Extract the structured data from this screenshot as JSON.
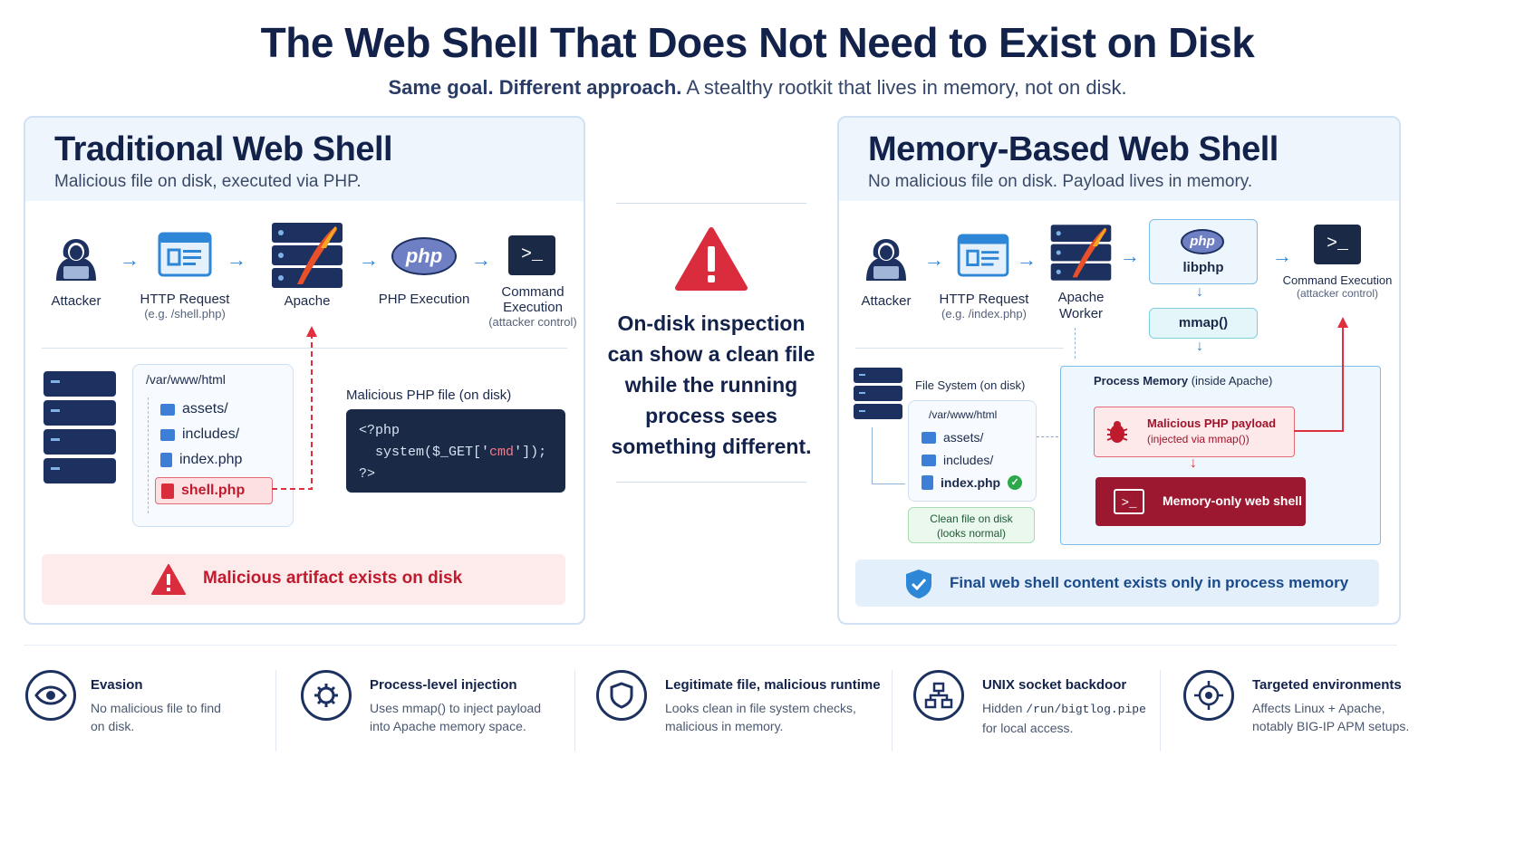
{
  "header": {
    "title": "The Web Shell That Does Not Need to Exist on Disk",
    "subtitle_lead": "Same goal. Different approach.",
    "subtitle_rest": "A stealthy rootkit that lives in memory, not on disk."
  },
  "left": {
    "title": "Traditional Web Shell",
    "subtitle": "Malicious file on disk, executed via PHP.",
    "flow": {
      "attacker": "Attacker",
      "http": "HTTP Request",
      "http_sub": "(e.g. /shell.php)",
      "apache": "Apache",
      "php": "PHP Execution",
      "php_logo": "php",
      "cmd": "Command Execution",
      "cmd_sub": "(attacker control)"
    },
    "tree": {
      "root": "/var/www/html",
      "items": [
        "assets/",
        "includes/",
        "index.php",
        "shell.php"
      ]
    },
    "code_label": "Malicious PHP file (on disk)",
    "code_lines": [
      "<?php",
      "system($_GET['",
      "cmd",
      "']);",
      "?>"
    ],
    "warning": "Malicious artifact exists on disk"
  },
  "middle": {
    "text": "On-disk inspection can show a clean file while the running process sees something different."
  },
  "right": {
    "title": "Memory-Based Web Shell",
    "subtitle": "No malicious file on disk. Payload lives in memory.",
    "flow": {
      "attacker": "Attacker",
      "http": "HTTP Request",
      "http_sub": "(e.g. /index.php)",
      "apache": "Apache Worker",
      "libphp": "libphp",
      "php_logo": "php",
      "mmap": "mmap()",
      "cmd": "Command Execution",
      "cmd_sub": "(attacker control)"
    },
    "fs_label": "File System (on disk)",
    "tree": {
      "root": "/var/www/html",
      "items": [
        "assets/",
        "includes/",
        "index.php"
      ]
    },
    "clean_note": "Clean file on disk (looks normal)",
    "process_memory_label": "Process Memory",
    "process_memory_sub": "(inside Apache)",
    "payload_title": "Malicious PHP payload",
    "payload_sub": "(injected via mmap())",
    "memshell": "Memory-only web shell",
    "final": "Final web shell content exists only in process memory"
  },
  "features": [
    {
      "title": "Evasion",
      "desc": [
        "No malicious file to find",
        "on disk."
      ],
      "icon": "eye-icon"
    },
    {
      "title": "Process-level injection",
      "desc": [
        "Uses mmap() to inject payload",
        "into Apache memory space."
      ],
      "icon": "gear-icon"
    },
    {
      "title": "Legitimate file, malicious runtime",
      "desc": [
        "Looks clean in file system checks,",
        "malicious in memory."
      ],
      "icon": "shield-icon"
    },
    {
      "title": "UNIX socket backdoor",
      "desc_a": "Hidden ",
      "desc_code": "/run/bigtlog.pipe",
      "desc_b": "for local access.",
      "icon": "network-icon"
    },
    {
      "title": "Targeted environments",
      "desc": [
        "Affects Linux + Apache,",
        "notably BIG-IP APM setups."
      ],
      "icon": "target-icon"
    }
  ]
}
